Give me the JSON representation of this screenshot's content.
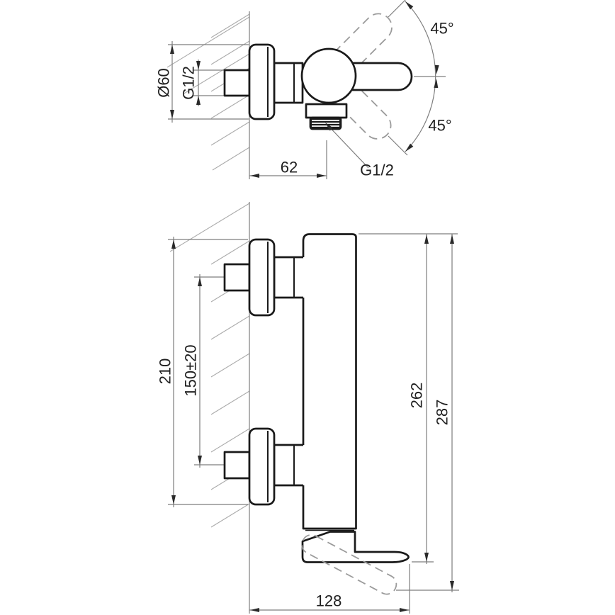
{
  "figure": {
    "type": "technical-drawing",
    "subject": "wall-mounted single-lever shower mixer, dimensioned installation drawing",
    "views": {
      "side": {
        "title": "side view with handle swing range",
        "dims": {
          "escutcheon_diameter": "Ø60",
          "inlet_thread": "G1/2",
          "wall_offset": "62",
          "outlet_thread": "G1/2",
          "handle_swing_up": "45°",
          "handle_swing_down": "45°"
        }
      },
      "front": {
        "title": "profile view with mounting dimensions",
        "dims": {
          "mount_span": "210",
          "inlet_spacing": "150±20",
          "body_height": "262",
          "overall_height": "287",
          "depth": "128"
        }
      }
    },
    "colors": {
      "outline": "#1a1a1a",
      "dimension": "#7d7d7d",
      "hatch": "#ababab",
      "dashed": "#9b9b9b",
      "arrow": "#2a2a2a",
      "background": "#ffffff"
    }
  }
}
